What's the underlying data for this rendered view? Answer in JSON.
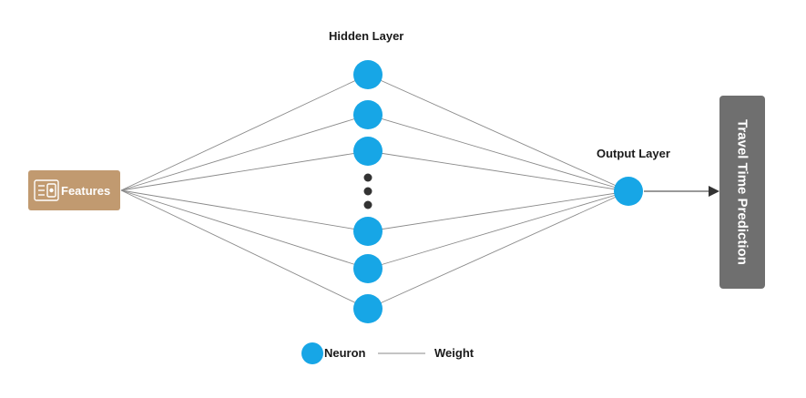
{
  "labels": {
    "hidden_layer": "Hidden Layer",
    "output_layer": "Output Layer",
    "features": "Features",
    "prediction": "Travel Time Prediction"
  },
  "legend": {
    "neuron": "Neuron",
    "weight": "Weight"
  },
  "colors": {
    "neuron": "#17a6e6",
    "features_box": "#c19a70",
    "prediction_box": "#6f6f6f",
    "connection": "#8a8a8a",
    "ellipsis_dots": "#333333"
  },
  "icons": {
    "features": "feature-sliders-icon"
  }
}
